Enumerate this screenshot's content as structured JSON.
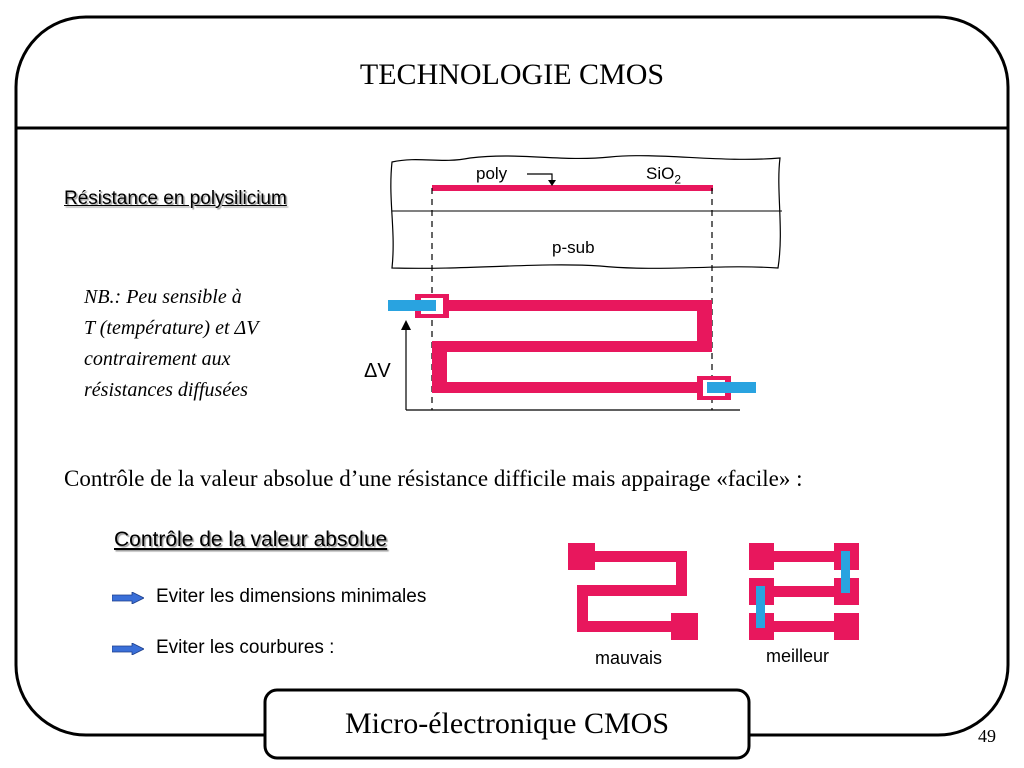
{
  "slide": {
    "title": "TECHNOLOGIE CMOS",
    "section1": "Résistance en polysilicium",
    "nb_lines": [
      "NB.: Peu sensible à",
      "T (température) et ΔV",
      "contrairement aux",
      "résistances diffusées"
    ],
    "main_statement": "Contrôle de la valeur absolue d’une résistance difficile mais appairage «facile» :",
    "section2": "Contrôle de la valeur absolue",
    "bullets": [
      "Eviter les dimensions minimales",
      "Eviter les courbures :"
    ],
    "footer": "Micro-électronique CMOS",
    "page_number": "49"
  },
  "diagram": {
    "poly_label": "poly",
    "sio2_label": "SiO",
    "sio2_sub": "2",
    "psub_label": "p-sub",
    "delta_v_label": "ΔV",
    "bad_label": "mauvais",
    "better_label": "meilleur"
  },
  "colors": {
    "resistor": "#e8175d",
    "contact": "#29a3e0",
    "frame": "#000000",
    "arrow": "#3a6fd8"
  }
}
